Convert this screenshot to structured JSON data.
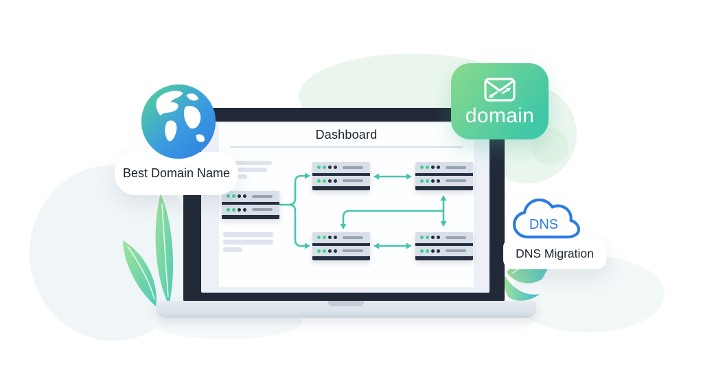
{
  "scene": {
    "dashboard": {
      "title": "Dashboard"
    },
    "left_card": {
      "label": "Best Domain Name",
      "icon": "globe"
    },
    "domain_badge": {
      "label": "domain",
      "icon": "envelope-with-arrows"
    },
    "dns_cloud": {
      "label": "DNS"
    },
    "dns_card": {
      "label": "DNS Migration"
    }
  },
  "diagram": {
    "servers": [
      {
        "id": "primary",
        "rows": [
          {
            "dots": [
              "green",
              "green",
              "dark",
              "dark"
            ]
          },
          {
            "dots": [
              "green",
              "green",
              "dark",
              "dark"
            ]
          }
        ]
      },
      {
        "id": "top-a",
        "rows": [
          {
            "dots": [
              "green",
              "green",
              "dark",
              "dark"
            ]
          },
          {
            "dots": [
              "green",
              "green",
              "dark",
              "dark"
            ]
          }
        ]
      },
      {
        "id": "top-b",
        "rows": [
          {
            "dots": [
              "green",
              "green",
              "dark",
              "dark"
            ]
          },
          {
            "dots": [
              "green",
              "green",
              "dark",
              "dark"
            ]
          }
        ]
      },
      {
        "id": "bottom-a",
        "rows": [
          {
            "dots": [
              "green",
              "green",
              "dark",
              "dark"
            ]
          },
          {
            "dots": [
              "green",
              "green",
              "dark",
              "dark"
            ]
          }
        ]
      },
      {
        "id": "bottom-b",
        "rows": [
          {
            "dots": [
              "green",
              "green",
              "dark",
              "dark"
            ]
          },
          {
            "dots": [
              "green",
              "green",
              "dark",
              "dark"
            ]
          }
        ]
      }
    ],
    "connections": [
      {
        "from": "primary",
        "to": "top-a",
        "style": "arrow"
      },
      {
        "from": "primary",
        "to": "bottom-a",
        "style": "arrow"
      },
      {
        "from": "top-a",
        "to": "top-b",
        "style": "double-arrow"
      },
      {
        "from": "bottom-a",
        "to": "bottom-b",
        "style": "double-arrow"
      },
      {
        "from": "top-b",
        "to": "bottom-b",
        "style": "double-arrow"
      },
      {
        "from": "top-b",
        "to": "bottom-a",
        "style": "arrow"
      }
    ],
    "skeleton_groups": [
      {
        "position": "above-primary",
        "line_widths": [
          56,
          49,
          20
        ]
      },
      {
        "position": "below-primary",
        "line_widths": [
          73,
          73,
          28
        ]
      }
    ]
  },
  "colors": {
    "background": "#ffffff",
    "accent_teal": "#45c4b0",
    "dot_green": "#3ecf8e",
    "dot_dark": "#262e3d",
    "server_body": "#d8dfe9",
    "server_dark": "#262f3f",
    "server_line": "#99a3b0",
    "skeleton": "#dde4ee",
    "frame_dark": "#222a38",
    "screen_bg": "#edf1f7",
    "panel_bg": "#fdfeff",
    "badge_grad_start": "#8ada8c",
    "badge_grad_end": "#3fc7a7",
    "globe_green": "#55d792",
    "globe_blue": "#2e7ce2",
    "cloud_blue": "#2b7de1",
    "text_dark": "#1a212e",
    "blob_green": "#eaf6ed",
    "blob_green_small": "#dff2e4",
    "blob_gray": "#f0f5f7",
    "leaf_light": "#9fe29a",
    "leaf_teal": "#4fcab4"
  }
}
